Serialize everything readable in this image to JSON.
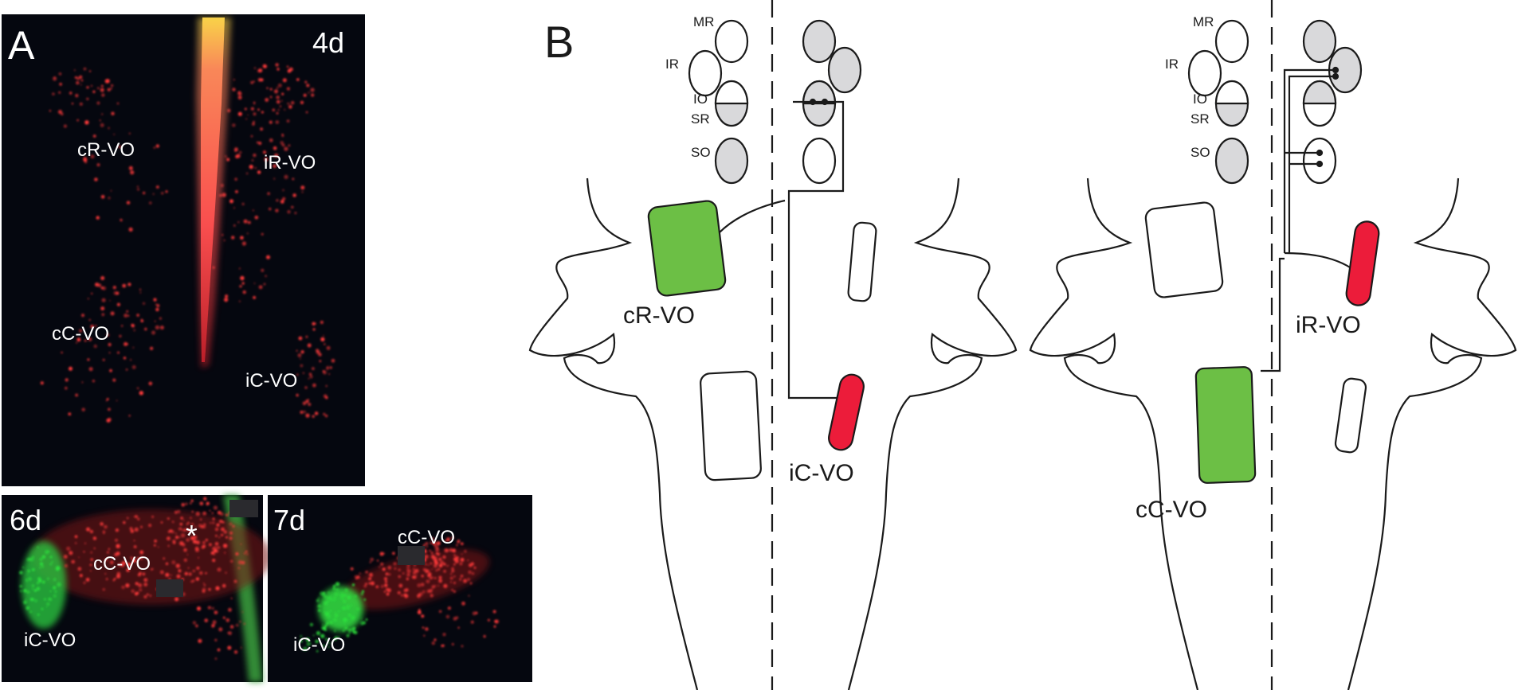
{
  "panel_a": {
    "letter": "A",
    "top": {
      "age": "4d",
      "labels": {
        "cR": "cR-VO",
        "iR": "iR-VO",
        "cC": "cC-VO",
        "iC": "iC-VO"
      }
    },
    "bottom_left": {
      "age": "6d",
      "labels": {
        "cC": "cC-VO",
        "iC": "iC-VO"
      },
      "marker": "*"
    },
    "bottom_right": {
      "age": "7d",
      "labels": {
        "cC": "cC-VO",
        "iC": "iC-VO"
      }
    }
  },
  "panel_b": {
    "letter": "B",
    "muscles": {
      "mr": "MR",
      "ir": "IR",
      "io": "IO",
      "sr": "SR",
      "so": "SO"
    },
    "left_schematic": {
      "green_label": "cR-VO",
      "red_label": "iC-VO"
    },
    "right_schematic": {
      "green_label": "cC-VO",
      "red_label": "iR-VO"
    }
  },
  "colors": {
    "green_nucleus": "#6cbf45",
    "red_nucleus": "#ec1c3a",
    "muscle_fill": "#d9d9db",
    "micrograph_bg": "#05070f",
    "tracer_red": "#ff3a3a",
    "tracer_green": "#2de03c"
  }
}
